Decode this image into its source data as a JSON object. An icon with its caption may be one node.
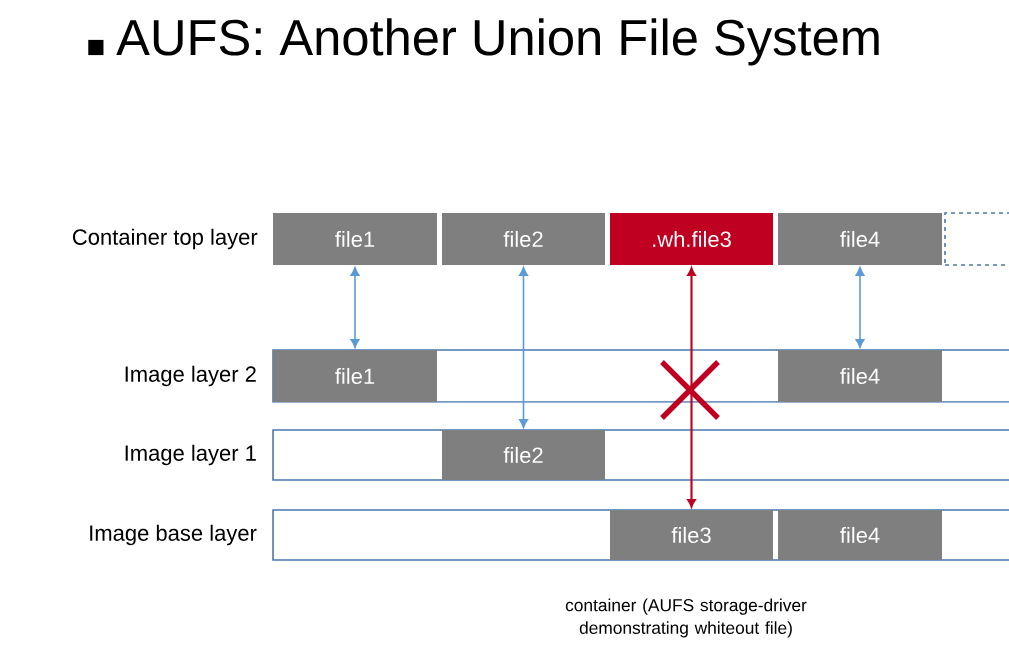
{
  "diagram": {
    "title": "AUFS: Another Union File System",
    "caption": "container (AUFS storage-driver demonstrating whiteout file)",
    "nodes": [
      {
        "text": [
          "file1"
        ]
      },
      {
        "text": [
          "file2"
        ]
      },
      {
        "text": [
          ".wh.file3"
        ]
      },
      {
        "text": [
          "file4"
        ]
      },
      {
        "text": [],
        "shape": "box"
      },
      {
        "text": [
          "Image layer 2"
        ]
      },
      {
        "text": [
          "file1"
        ],
        "in": 5
      },
      {
        "text": [
          "file4"
        ],
        "in": 5
      },
      {
        "text": [
          "Image layer 1"
        ]
      },
      {
        "text": [
          "file2"
        ],
        "in": 8
      },
      {
        "text": [
          "Image base layer"
        ]
      },
      {
        "text": [
          "file3"
        ],
        "in": 10
      },
      {
        "text": [
          "file4"
        ],
        "in": 10
      }
    ],
    "edges": [
      {
        "from": 0,
        "to": 6,
        "arrow": "both"
      },
      {
        "from": 1,
        "to": 9,
        "arrow": "both"
      },
      {
        "from": 2,
        "to": 11,
        "arrow": "both",
        "color": "#c00020"
      },
      {
        "from": 3,
        "to": 7,
        "arrow": "both"
      }
    ],
    "labels": [
      "Container top layer"
    ]
  }
}
